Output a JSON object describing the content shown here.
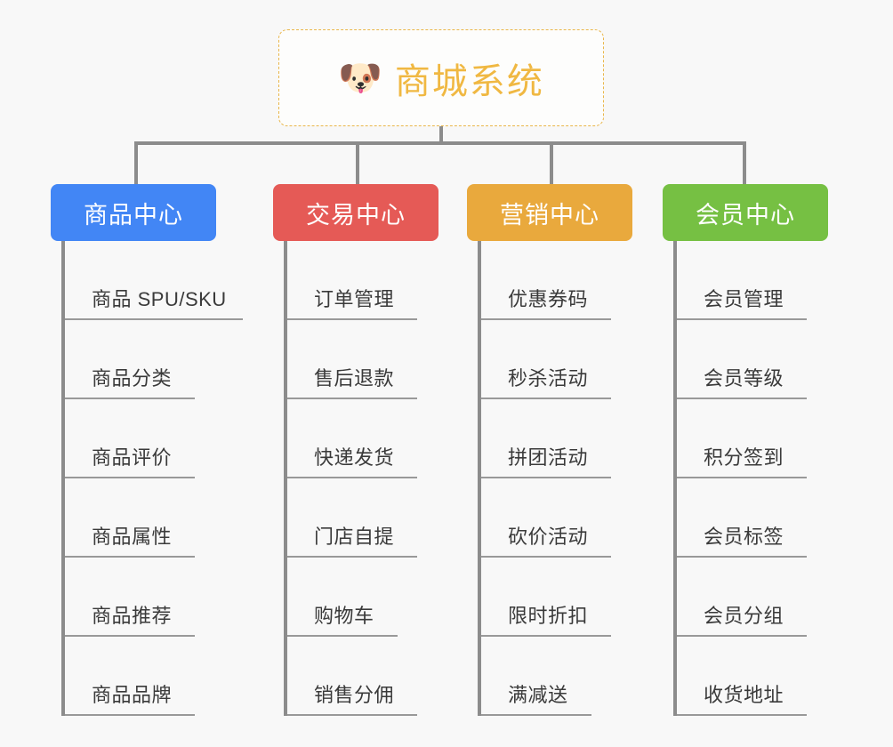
{
  "diagram": {
    "type": "mindmap-tree",
    "background_color": "#f8f8f8",
    "root": {
      "icon": "shiba-dog-face-icon",
      "emoji": "🐶",
      "title": "商城系统",
      "accent_color": "#f0b842",
      "border_style": "dashed"
    },
    "categories": [
      {
        "label": "商品中心",
        "color": "#4286f5",
        "items": [
          "商品 SPU/SKU",
          "商品分类",
          "商品评价",
          "商品属性",
          "商品推荐",
          "商品品牌"
        ]
      },
      {
        "label": "交易中心",
        "color": "#e55a56",
        "items": [
          "订单管理",
          "售后退款",
          "快递发货",
          "门店自提",
          "购物车",
          "销售分佣"
        ]
      },
      {
        "label": "营销中心",
        "color": "#e9a93d",
        "items": [
          "优惠券码",
          "秒杀活动",
          "拼团活动",
          "砍价活动",
          "限时折扣",
          "满减送"
        ]
      },
      {
        "label": "会员中心",
        "color": "#76c043",
        "items": [
          "会员管理",
          "会员等级",
          "积分签到",
          "会员标签",
          "会员分组",
          "收货地址"
        ]
      }
    ],
    "connector_color": "#8c8c8c",
    "leaf_underline_color": "#999999",
    "leaf_text_color": "#3a3a3a"
  }
}
